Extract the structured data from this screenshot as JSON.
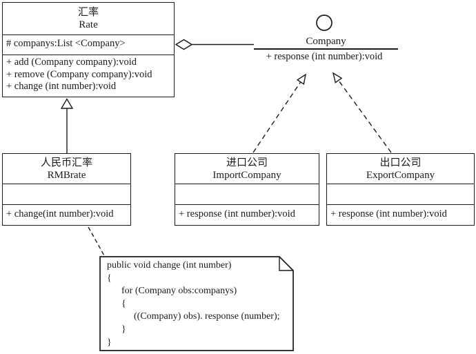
{
  "diagram": {
    "type": "uml-class-diagram",
    "background": "#ffffff",
    "line_color": "#1a1a1a"
  },
  "classes": {
    "rate": {
      "name_zh": "汇率",
      "name_en": "Rate",
      "attributes": [
        "# companys:List <Company>"
      ],
      "methods": [
        "+ add (Company company):void",
        "+ remove (Company company):void",
        "+ change (int number):void"
      ]
    },
    "rmbrate": {
      "name_zh": "人民币汇率",
      "name_en": "RMBrate",
      "attributes": [],
      "methods": [
        "+ change(int number):void"
      ]
    },
    "import_company": {
      "name_zh": "进口公司",
      "name_en": "ImportCompany",
      "attributes": [],
      "methods": [
        "+ response (int number):void"
      ]
    },
    "export_company": {
      "name_zh": "出口公司",
      "name_en": "ExportCompany",
      "attributes": [],
      "methods": [
        "+ response (int number):void"
      ]
    }
  },
  "interface": {
    "name": "Company",
    "method": "+ response (int number):void"
  },
  "note": {
    "lines": [
      "public void change (int number)",
      "{",
      "for (Company obs:companys)",
      "{",
      "((Company) obs). response (number);",
      "}",
      "}"
    ]
  },
  "relationships": [
    {
      "type": "aggregation",
      "from": "Rate",
      "to": "Company"
    },
    {
      "type": "generalization",
      "from": "RMBrate",
      "to": "Rate"
    },
    {
      "type": "realization",
      "from": "ImportCompany",
      "to": "Company"
    },
    {
      "type": "realization",
      "from": "ExportCompany",
      "to": "Company"
    },
    {
      "type": "note-anchor",
      "from": "RMBrate",
      "to": "note"
    }
  ]
}
